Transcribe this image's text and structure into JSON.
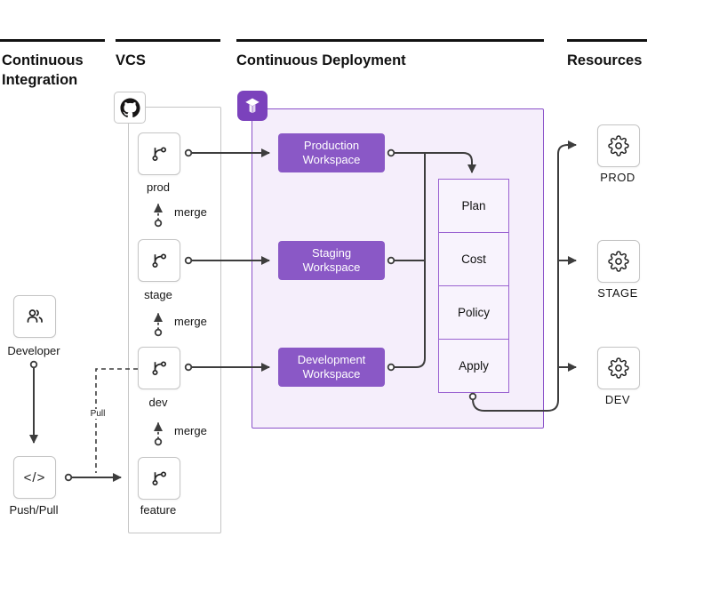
{
  "columns": [
    {
      "title": "Continuous Integration"
    },
    {
      "title": "VCS"
    },
    {
      "title": "Continuous Deployment"
    },
    {
      "title": "Resources"
    }
  ],
  "ci": {
    "developer_label": "Developer",
    "push_pull_label": "Push/Pull",
    "pull_arrow_label": "Pull"
  },
  "vcs": {
    "provider_icon": "github-icon",
    "branch_icon": "git-branch-icon",
    "branches": [
      "prod",
      "stage",
      "dev",
      "feature"
    ],
    "merge_label": "merge"
  },
  "cd": {
    "platform_icon": "terraform-icon",
    "workspaces": [
      "Production Workspace",
      "Staging Workspace",
      "Development Workspace"
    ],
    "pipeline_stages": [
      "Plan",
      "Cost",
      "Policy",
      "Apply"
    ]
  },
  "resources": {
    "environment_icon": "gear-icon",
    "environments": [
      "PROD",
      "STAGE",
      "DEV"
    ]
  },
  "icons": {
    "developer": "team-icon",
    "push_pull": "code-icon"
  },
  "colors": {
    "terraform_purple": "#7b42bc",
    "workspace_purple": "#8a58c6",
    "cd_container_fill": "#f5eefb",
    "cd_container_border": "#8a51c9",
    "wire": "#3d3d3d",
    "node_border": "#c5c5c5",
    "header_rule": "#111111"
  }
}
